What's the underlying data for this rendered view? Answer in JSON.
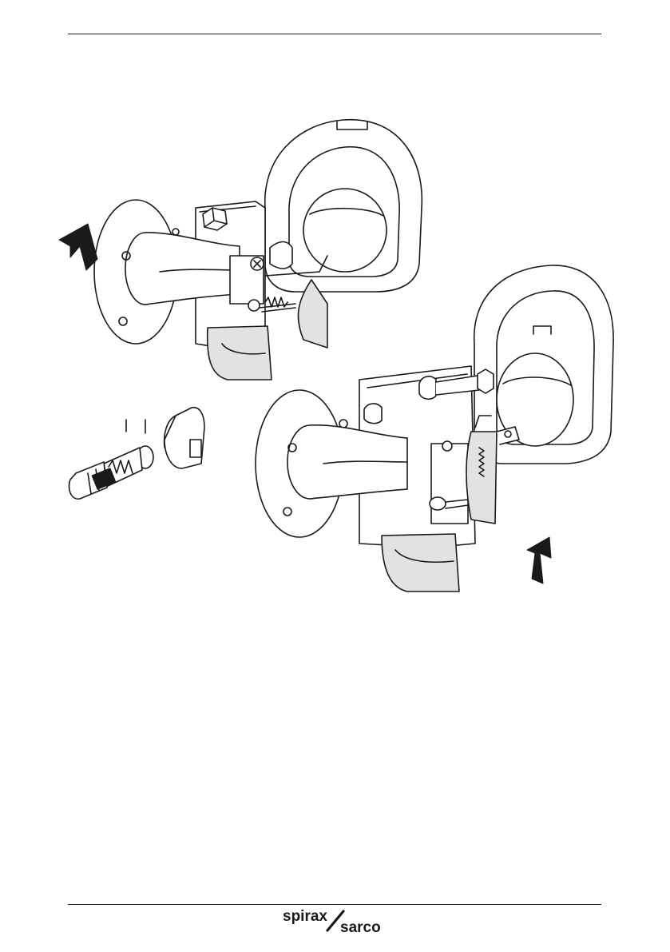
{
  "page": {
    "background": "#ffffff",
    "ink": "#1a1a1a",
    "fill_grey": "#e2e2e2"
  },
  "figure": {
    "icons": [
      "steam-trap-horizontal-cutaway",
      "flow-arrow-upper-left",
      "internal-mechanism-detail",
      "steam-trap-vertical-cutaway",
      "flow-arrow-lower-right"
    ]
  },
  "footer": {
    "brand_word_1": "spirax",
    "brand_word_2": "sarco",
    "logo_icon": "spirax-sarco-logo"
  }
}
